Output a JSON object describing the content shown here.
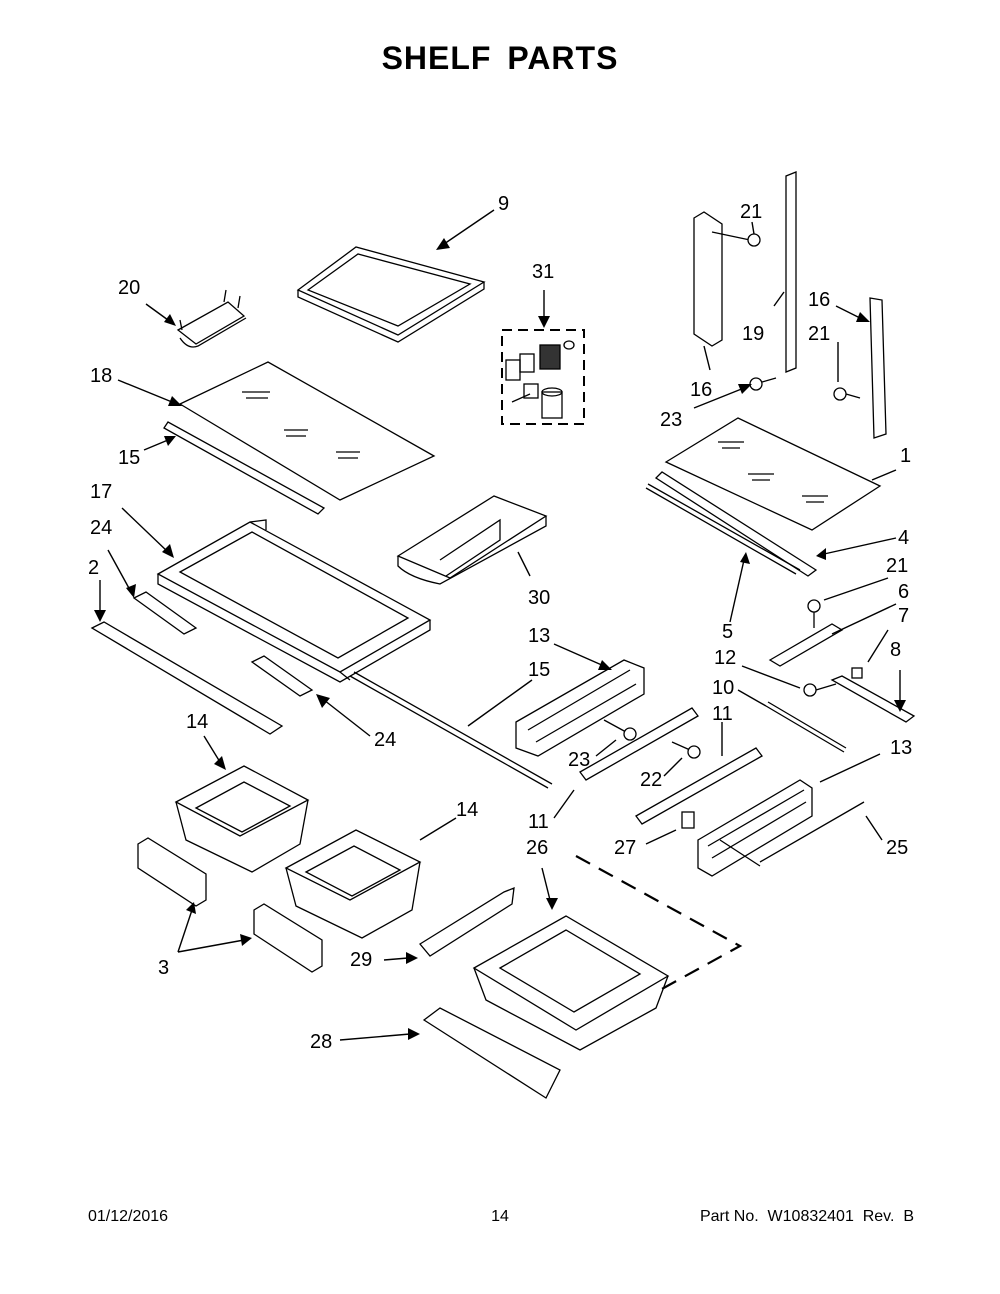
{
  "title": "SHELF PARTS",
  "footer": {
    "date": "01/12/2016",
    "page": "14",
    "part_no": "Part No.  W10832401  Rev.  B"
  },
  "callouts": {
    "c9": "9",
    "c31": "31",
    "c21a": "21",
    "c20": "20",
    "c16a": "16",
    "c21b": "21",
    "c19": "19",
    "c18": "18",
    "c16b": "16",
    "c23a": "23",
    "c15a": "15",
    "c1": "1",
    "c17": "17",
    "c24a": "24",
    "c4": "4",
    "c2": "2",
    "c30": "30",
    "c21c": "21",
    "c5": "5",
    "c6": "6",
    "c7": "7",
    "c13a": "13",
    "c15b": "15",
    "c12": "12",
    "c8": "8",
    "c10": "10",
    "c11a": "11",
    "c14a": "14",
    "c24b": "24",
    "c13b": "13",
    "c23b": "23",
    "c22": "22",
    "c14b": "14",
    "c11b": "11",
    "c27": "27",
    "c25": "25",
    "c26": "26",
    "c3": "3",
    "c29": "29",
    "c28": "28"
  }
}
